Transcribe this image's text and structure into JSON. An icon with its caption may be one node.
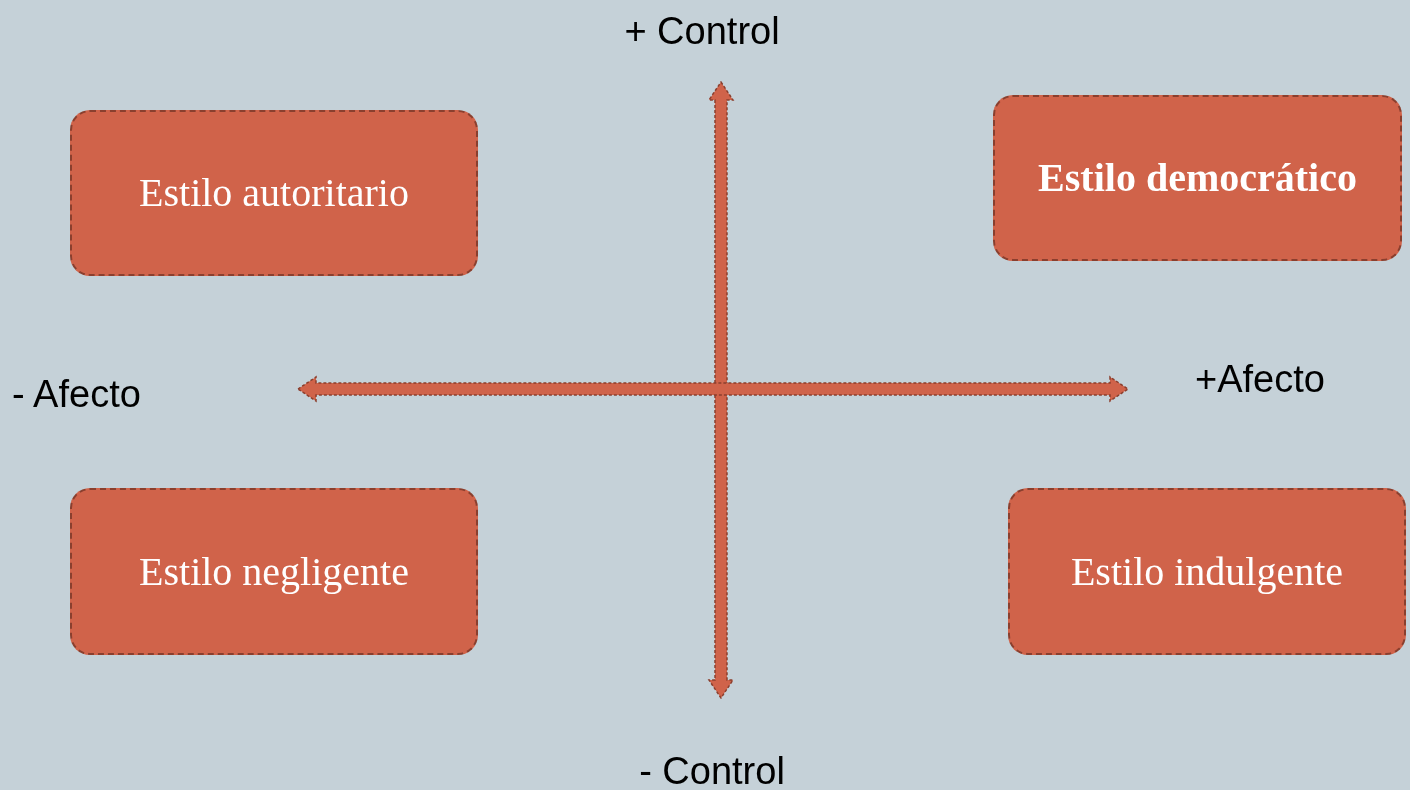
{
  "diagram": {
    "nodes": [
      {
        "text": [
          "Estilo autoritario"
        ]
      },
      {
        "text": [
          "Estilo democrático"
        ]
      },
      {
        "text": [
          "Estilo negligente"
        ]
      },
      {
        "text": [
          "Estilo indulgente"
        ]
      }
    ],
    "labels": [
      "+ Control",
      "- Afecto",
      "+Afecto",
      "- Control"
    ]
  }
}
